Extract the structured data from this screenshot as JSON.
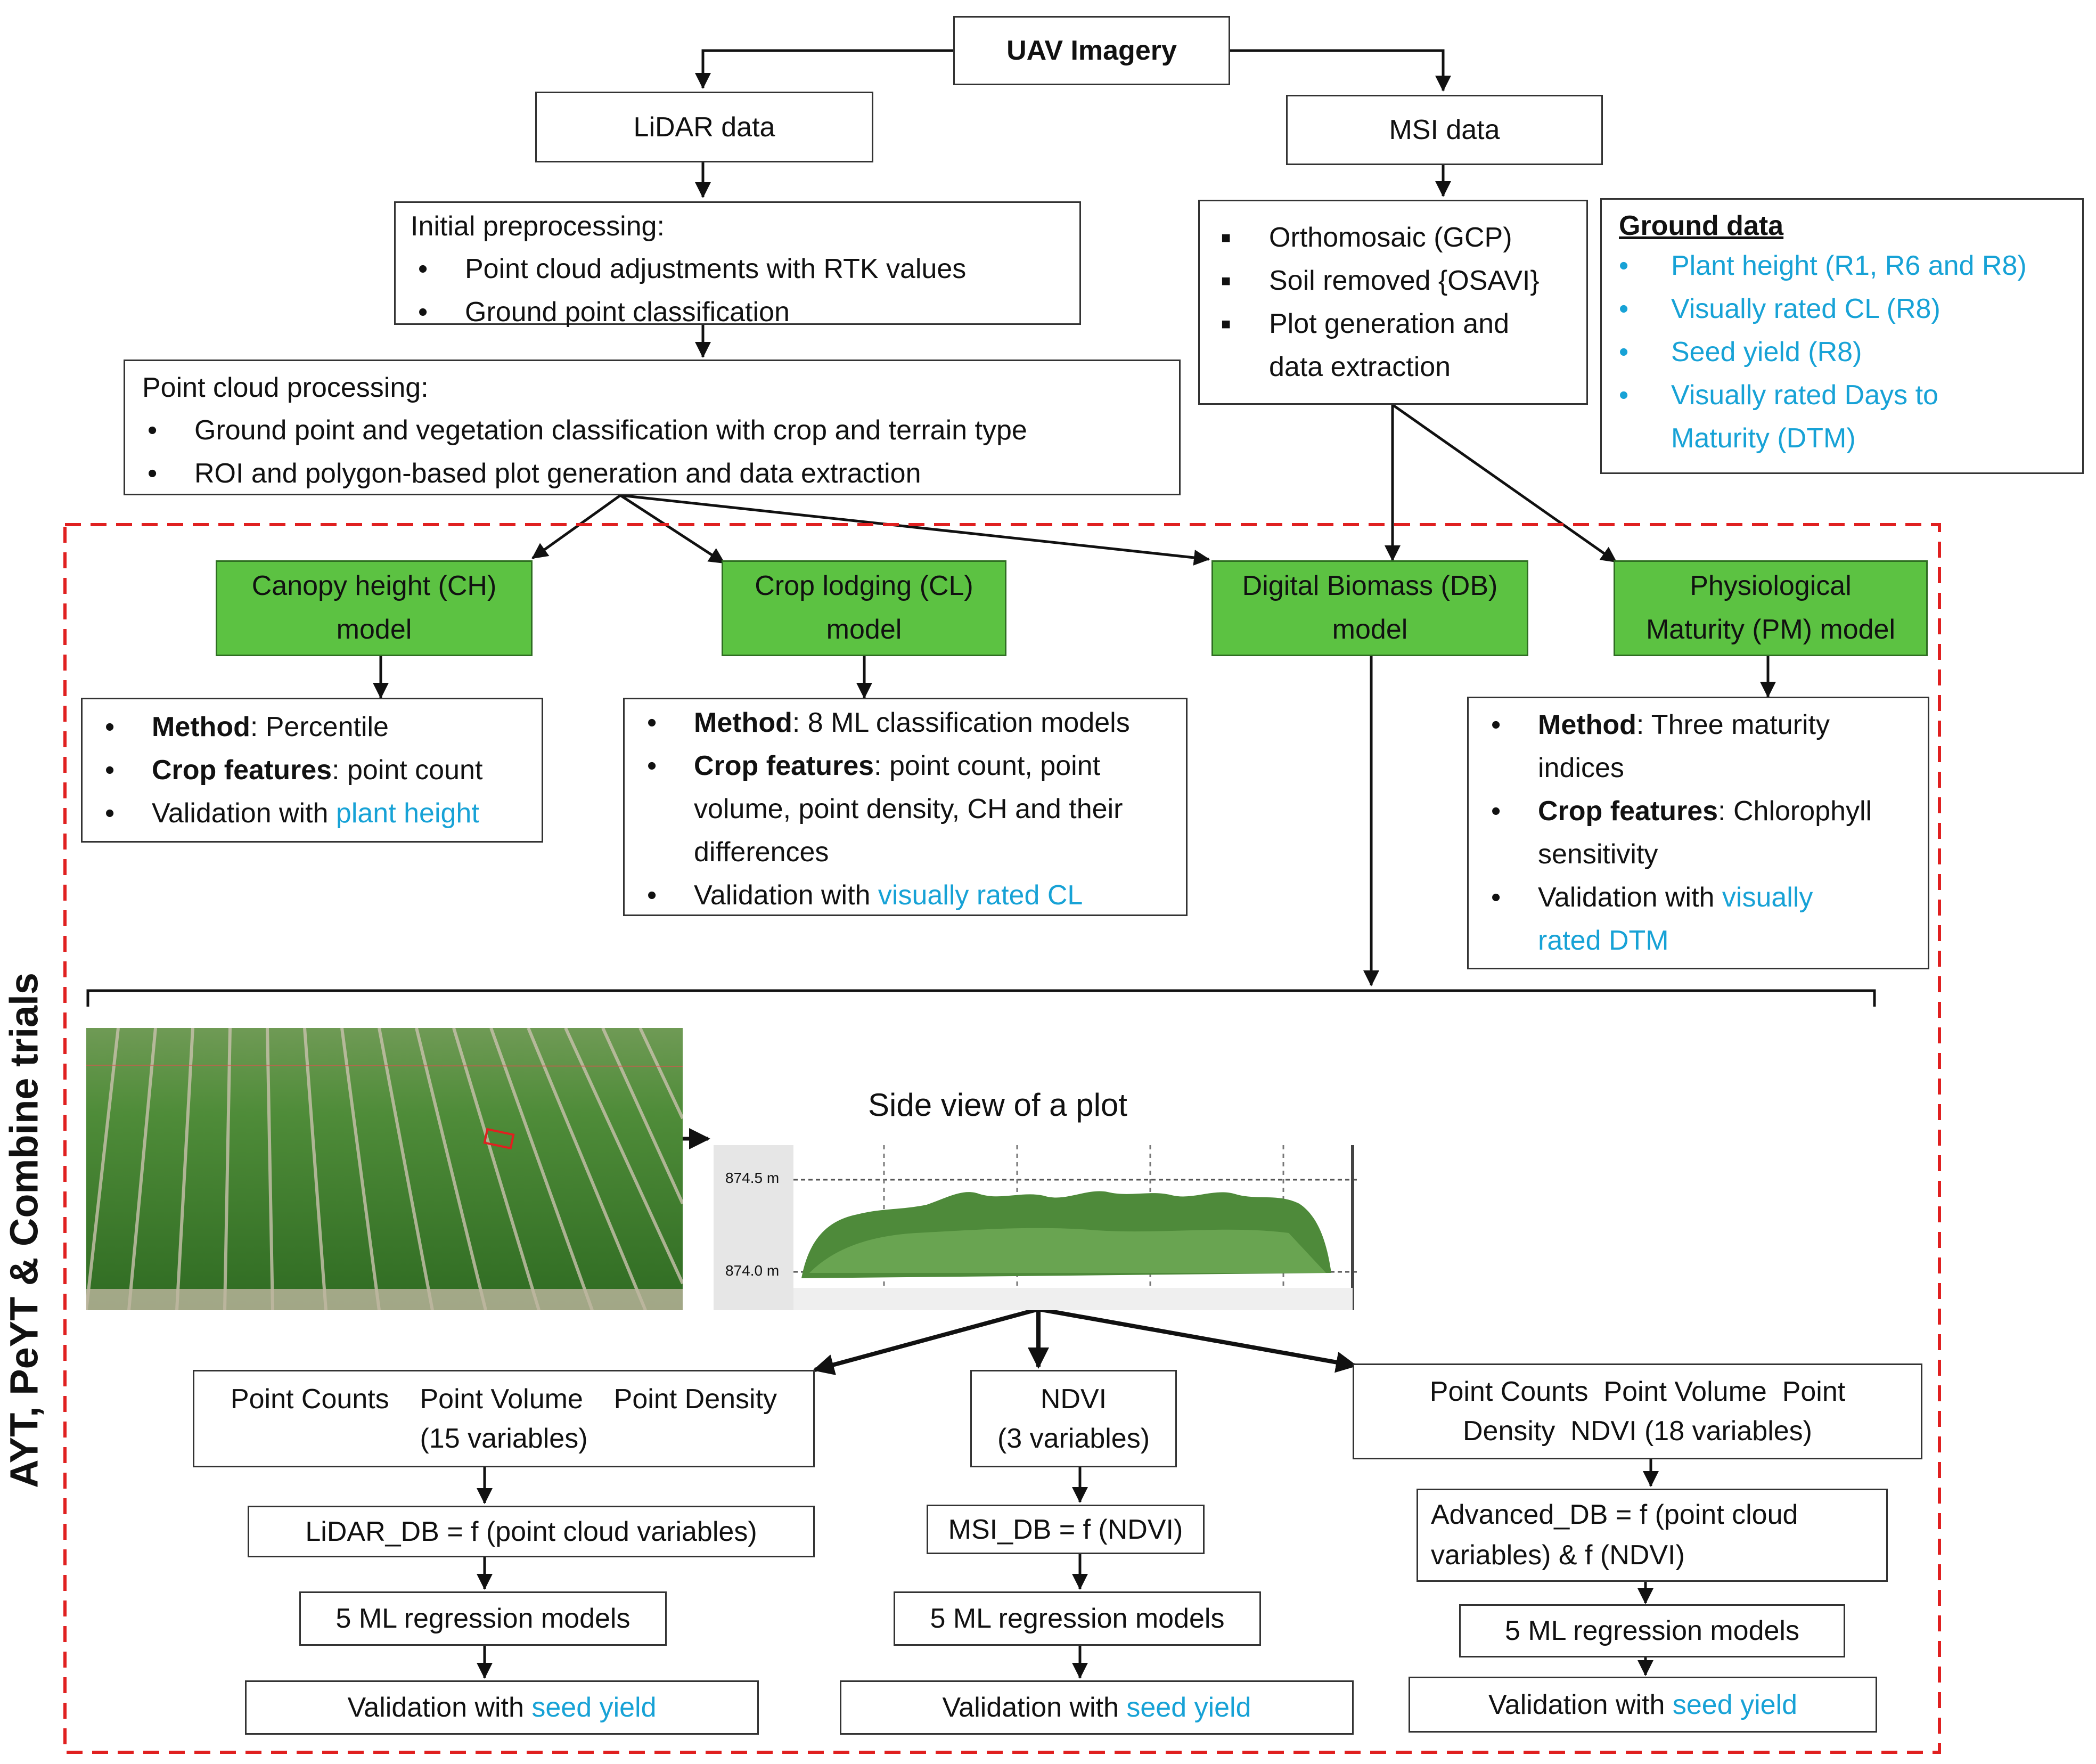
{
  "uav": {
    "label": "UAV Imagery"
  },
  "lidar": {
    "label": "LiDAR data"
  },
  "msi": {
    "label": "MSI data"
  },
  "initial": {
    "title": "Initial preprocessing:",
    "items": [
      "Point cloud adjustments with RTK values",
      "Ground point classification"
    ]
  },
  "msi_steps": {
    "items": [
      "Orthomosaic (GCP)",
      "Soil removed {OSAVI}",
      "Plot generation and",
      "data extraction"
    ]
  },
  "ground": {
    "title": "Ground data",
    "items": [
      "Plant height (R1, R6 and R8)",
      "Visually rated CL (R8)",
      "Seed yield (R8)",
      "Visually rated Days to",
      "Maturity (DTM)"
    ],
    "accent": "#17a2d6"
  },
  "pcp": {
    "title": "Point cloud processing:",
    "items": [
      "Ground point and vegetation classification with crop and terrain type",
      "ROI and polygon-based plot generation and data extraction"
    ]
  },
  "side_label": "AYT, PeYT & Combine trials",
  "models": {
    "ch": {
      "line1": "Canopy height (CH)",
      "line2": "model"
    },
    "cl": {
      "line1": "Crop lodging (CL)",
      "line2": "model"
    },
    "db": {
      "line1": "Digital Biomass (DB)",
      "line2": "model"
    },
    "pm": {
      "line1": "Physiological",
      "line2": "Maturity (PM) model"
    },
    "fill": "#5cc242"
  },
  "ch_box": {
    "method_label": "Method",
    "method": ": Percentile",
    "features_label": "Crop features",
    "features": ": point count",
    "valid_prefix": "Validation with ",
    "valid_blue": "plant height"
  },
  "cl_box": {
    "method_label": "Method",
    "method": ": 8 ML classification models",
    "features_label": "Crop features",
    "features_1": ": point count, point",
    "features_2": "volume, point density, CH and their",
    "features_3": "differences",
    "valid_prefix": "Validation with ",
    "valid_blue": "visually rated CL"
  },
  "pm_box": {
    "method_label": "Method",
    "method_1": ": Three maturity",
    "method_2": "indices",
    "features_label": "Crop features",
    "features_1": ": Chlorophyll",
    "features_2": "sensitivity",
    "valid_prefix": "Validation with ",
    "valid_blue_1": "visually",
    "valid_blue_2": "rated DTM"
  },
  "side_view": {
    "title": "Side view of a plot",
    "tick_top": "874.5 m",
    "tick_bottom": "874.0 m"
  },
  "branch_left": {
    "vars_1": "Point Counts    Point Volume    Point Density",
    "vars_2": "(15 variables)",
    "func": "LiDAR_DB = f (point cloud variables)",
    "models": "5 ML regression models",
    "valid_prefix": "Validation with ",
    "valid_blue": "seed yield"
  },
  "branch_mid": {
    "vars_1": "NDVI",
    "vars_2": "(3 variables)",
    "func": "MSI_DB = f (NDVI)",
    "models": "5 ML regression models",
    "valid_prefix": "Validation with ",
    "valid_blue": "seed yield"
  },
  "branch_right": {
    "vars_1": "Point Counts  Point Volume  Point",
    "vars_2": "Density  NDVI (18 variables)",
    "func_1": "Advanced_DB = f (point cloud",
    "func_2": "variables) & f (NDVI)",
    "models": "5 ML regression models",
    "valid_prefix": "Validation with ",
    "valid_blue": "seed yield"
  },
  "colors": {
    "accent_blue": "#17a2d6",
    "dashed_border": "#e02020",
    "model_green": "#5cc242"
  }
}
